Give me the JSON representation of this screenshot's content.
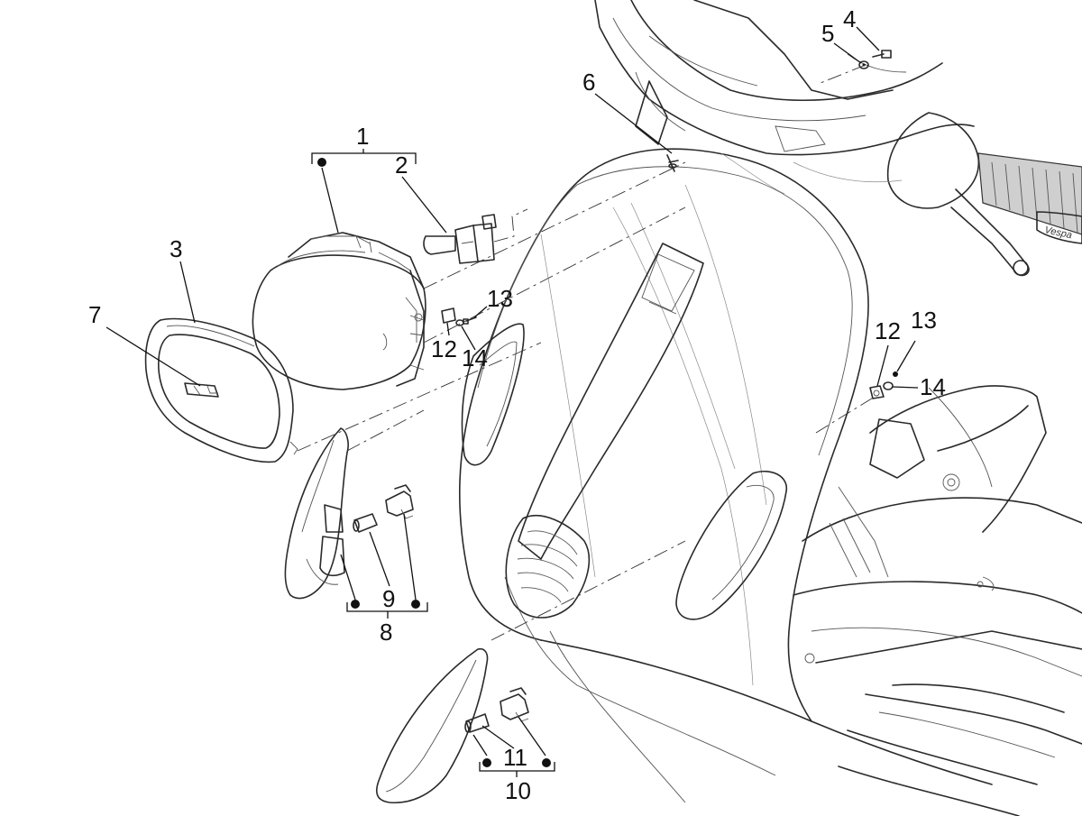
{
  "callouts": {
    "c1": "1",
    "c2": "2",
    "c3": "3",
    "c4": "4",
    "c5": "5",
    "c6": "6",
    "c7": "7",
    "c8": "8",
    "c9": "9",
    "c10": "10",
    "c11": "11",
    "c12a": "12",
    "c12b": "12",
    "c13a": "13",
    "c13b": "13",
    "c14a": "14",
    "c14b": "14"
  },
  "grip_text": "Vespa"
}
